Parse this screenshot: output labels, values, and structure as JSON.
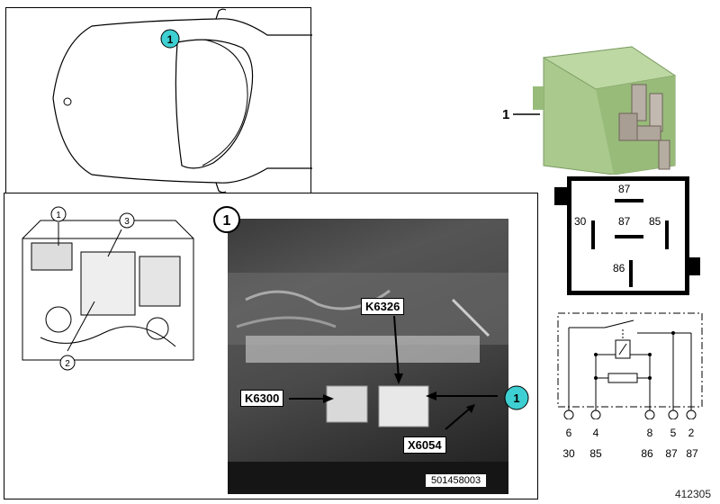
{
  "figure_number": "412305",
  "car_diagram": {
    "callout": "1"
  },
  "engine_diagram": {
    "callouts": [
      "1",
      "3",
      "2"
    ]
  },
  "photo": {
    "panel_number": "1",
    "labels": {
      "k6326": "K6326",
      "k6300": "K6300",
      "x6054": "X6054"
    },
    "callout": "1",
    "photo_id": "501458003"
  },
  "relay": {
    "callout": "1"
  },
  "relay_pin_layout": {
    "top": "87",
    "left": "30",
    "center": "87",
    "right": "85",
    "bottom": "86"
  },
  "schematic": {
    "pin_numbers": [
      "6",
      "4",
      "8",
      "5",
      "2"
    ],
    "terminal_labels": [
      "30",
      "85",
      "86",
      "87",
      "87"
    ]
  },
  "colors": {
    "callout_fill": "#3ecfd2",
    "relay_green": "#a9c98d"
  }
}
